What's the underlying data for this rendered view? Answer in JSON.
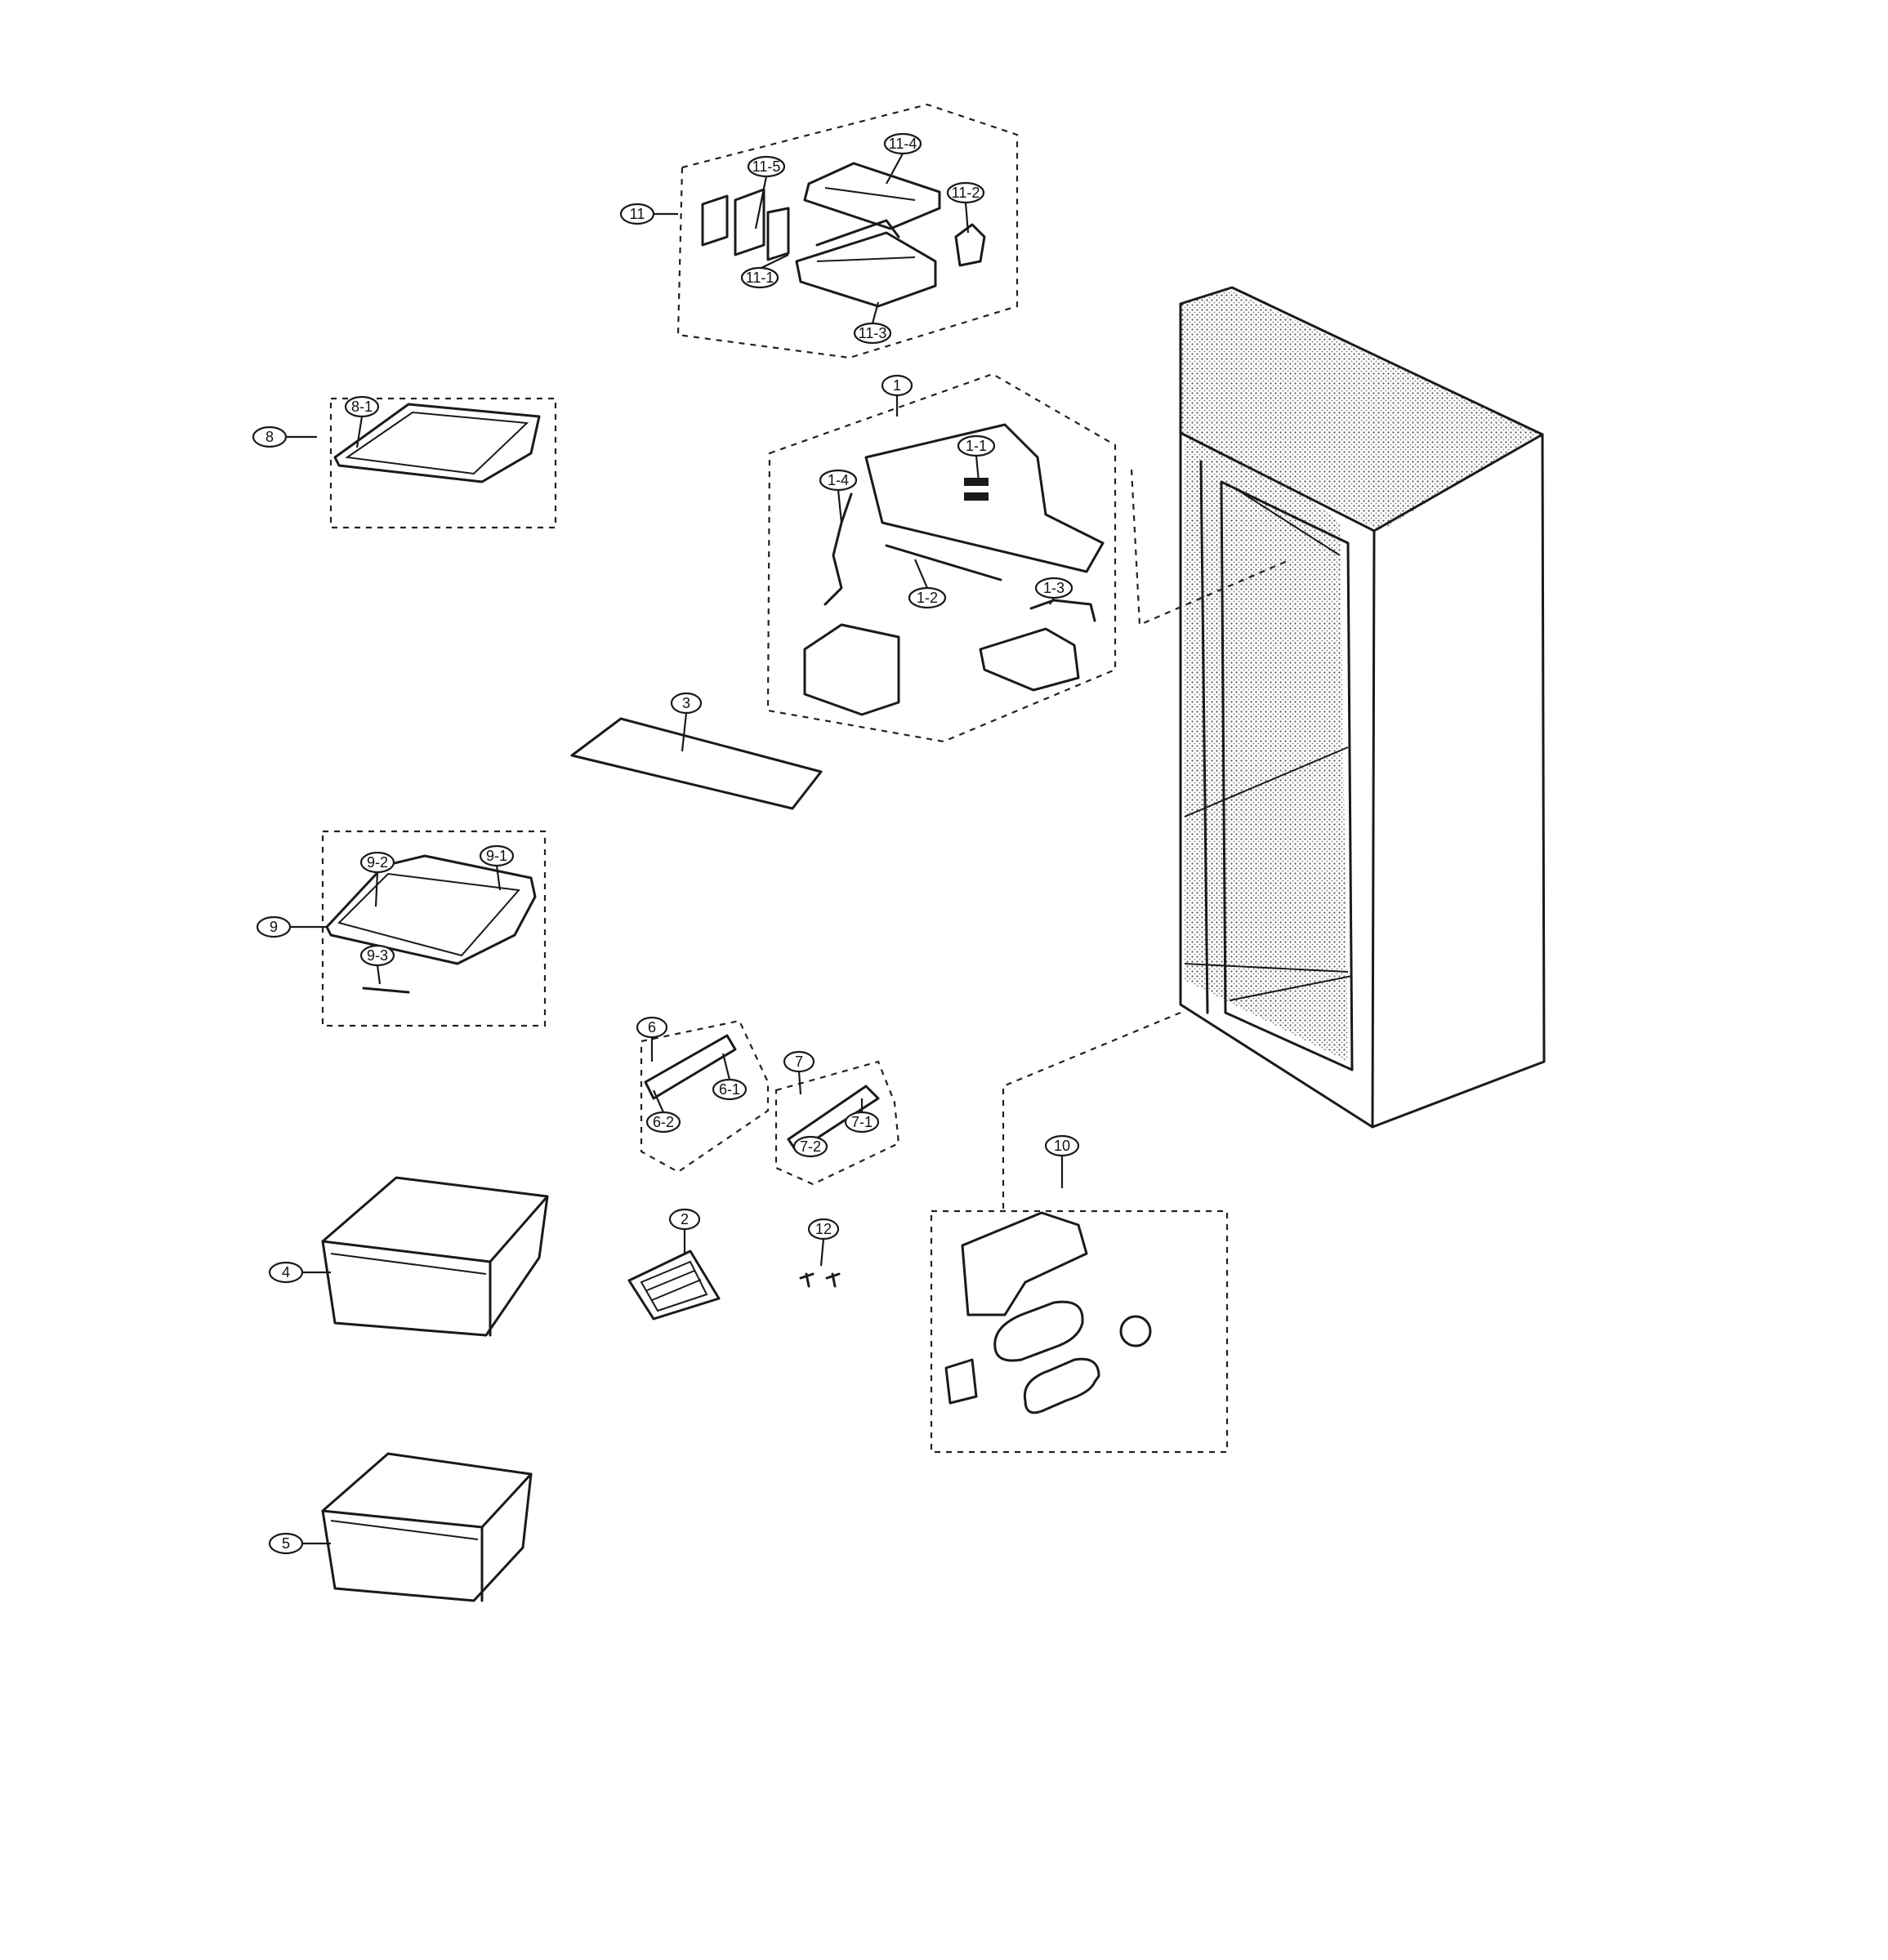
{
  "callouts": {
    "c1": "1",
    "c1_1": "1-1",
    "c1_2": "1-2",
    "c1_3": "1-3",
    "c1_4": "1-4",
    "c2": "2",
    "c3": "3",
    "c4": "4",
    "c5": "5",
    "c6": "6",
    "c6_1": "6-1",
    "c6_2": "6-2",
    "c7": "7",
    "c7_1": "7-1",
    "c7_2": "7-2",
    "c8": "8",
    "c8_1": "8-1",
    "c9": "9",
    "c9_1": "9-1",
    "c9_2": "9-2",
    "c9_3": "9-3",
    "c10": "10",
    "c11": "11",
    "c11_1": "11-1",
    "c11_2": "11-2",
    "c11_3": "11-3",
    "c11_4": "11-4",
    "c11_5": "11-5",
    "c12": "12"
  }
}
